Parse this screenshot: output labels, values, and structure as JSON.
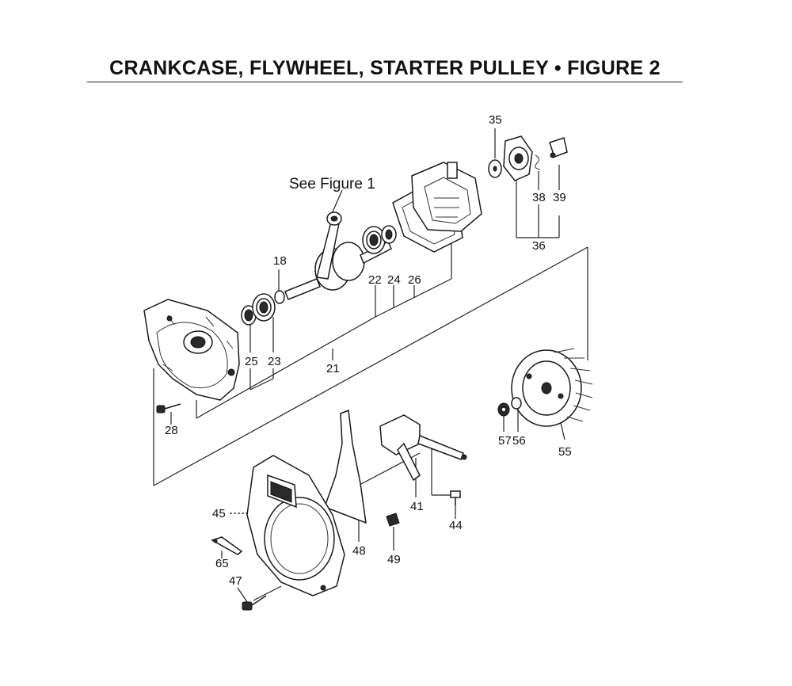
{
  "title": "CRANKCASE, FLYWHEEL, STARTER PULLEY • FIGURE 2",
  "note": "See Figure 1",
  "callouts": {
    "p18": "18",
    "p21": "21",
    "p22": "22",
    "p23": "23",
    "p24": "24",
    "p25": "25",
    "p26": "26",
    "p28": "28",
    "p35": "35",
    "p36": "36",
    "p38": "38",
    "p39": "39",
    "p41": "41",
    "p44": "44",
    "p45": "45",
    "p47": "47",
    "p48": "48",
    "p49": "49",
    "p55": "55",
    "p56": "56",
    "p57": "57",
    "p65": "65"
  }
}
